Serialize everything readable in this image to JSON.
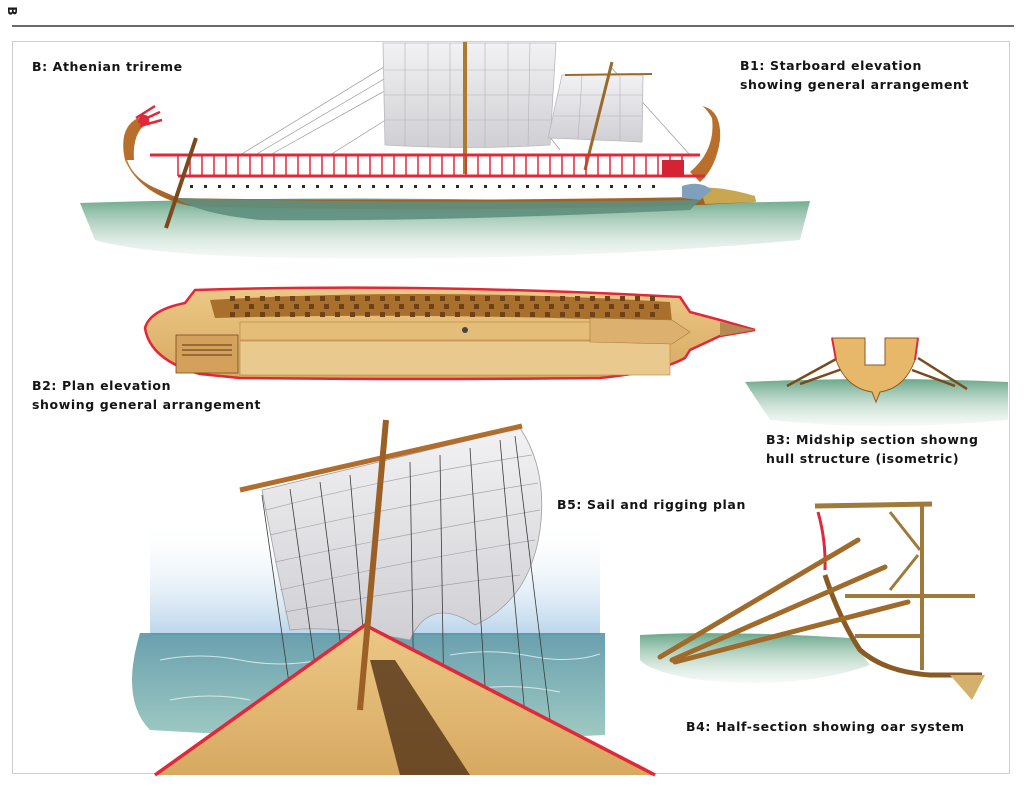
{
  "page": {
    "plate_letter": "B"
  },
  "labels": {
    "title": "B: Athenian trireme",
    "b1": {
      "line1": "B1: Starboard elevation",
      "line2": "showing general arrangement"
    },
    "b2": {
      "line1": "B2: Plan elevation",
      "line2": "showing general arrangement"
    },
    "b3": {
      "line1": "B3: Midship section showng",
      "line2": "hull structure (isometric)"
    },
    "b4": {
      "line1": "B4: Half-section showing oar system"
    },
    "b5": {
      "line1": "B5: Sail and rigging plan"
    }
  },
  "illustrations": [
    {
      "id": "B1",
      "subject": "trireme-starboard-elevation"
    },
    {
      "id": "B2",
      "subject": "trireme-plan-view"
    },
    {
      "id": "B3",
      "subject": "midship-section"
    },
    {
      "id": "B4",
      "subject": "oar-system-half-section"
    },
    {
      "id": "B5",
      "subject": "sail-and-rigging-bow-view"
    }
  ],
  "colors": {
    "rail_red": "#e0283a",
    "hull_wood": "#c07a2e",
    "deck_wood": "#e2b870",
    "sea_green": "#6fa98a",
    "sail": "#e9e9ec",
    "ram_bronze": "#c9a650"
  }
}
